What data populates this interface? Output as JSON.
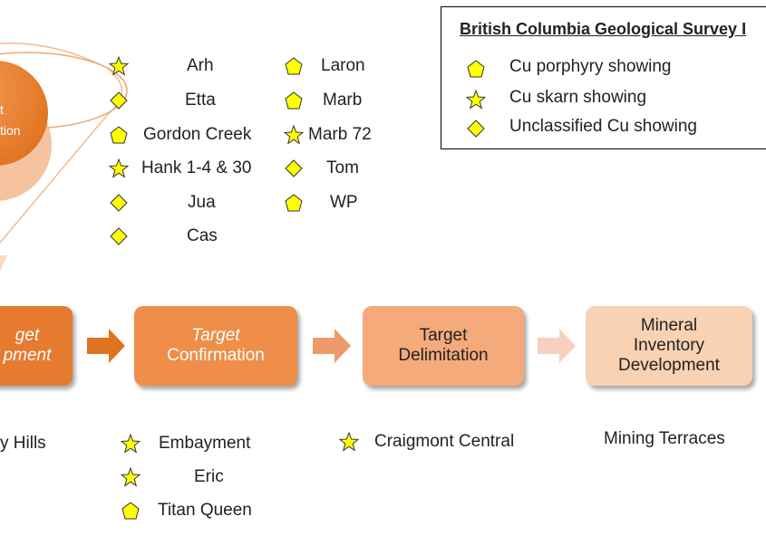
{
  "funnel": {
    "circle_line1": "t",
    "circle_line2": "tion"
  },
  "top_showings": {
    "left_column": [
      {
        "label": "Arh",
        "symbol": "star"
      },
      {
        "label": "Etta",
        "symbol": "diamond"
      },
      {
        "label": "Gordon Creek",
        "symbol": "pentagon"
      },
      {
        "label": "Hank 1-4 & 30",
        "symbol": "star"
      },
      {
        "label": "Jua",
        "symbol": "diamond"
      },
      {
        "label": "Cas",
        "symbol": "diamond"
      }
    ],
    "right_column": [
      {
        "label": "Laron",
        "symbol": "pentagon"
      },
      {
        "label": "Marb",
        "symbol": "pentagon"
      },
      {
        "label": "Marb 72",
        "symbol": "star"
      },
      {
        "label": "Tom",
        "symbol": "diamond"
      },
      {
        "label": "WP",
        "symbol": "pentagon"
      }
    ]
  },
  "legend": {
    "title": "British Columbia Geological Survey I",
    "items": [
      {
        "label": "Cu porphyry showing",
        "symbol": "pentagon"
      },
      {
        "label": "Cu skarn showing",
        "symbol": "star"
      },
      {
        "label": "Unclassified Cu showing",
        "symbol": "diamond"
      }
    ]
  },
  "stages": [
    {
      "line1": "get",
      "line2": "pment",
      "color": "#E67A2E"
    },
    {
      "line1": "Target",
      "line2": "Confirmation",
      "color": "#EE8E48"
    },
    {
      "line1": "Target",
      "line2": "Delimitation",
      "color": "#F4AA7A"
    },
    {
      "line1": "Mineral",
      "line2": "Inventory",
      "line3": "Development",
      "color": "#F9D2B4"
    }
  ],
  "bottom": {
    "stage1": [
      {
        "label": "y Hills"
      }
    ],
    "stage2": [
      {
        "label": "Embayment",
        "symbol": "star"
      },
      {
        "label": "Eric",
        "symbol": "star"
      },
      {
        "label": "Titan Queen",
        "symbol": "pentagon"
      }
    ],
    "stage3": [
      {
        "label": "Craigmont Central",
        "symbol": "star"
      }
    ],
    "stage4": [
      {
        "label": "Mining Terraces"
      }
    ]
  },
  "colors": {
    "symbol_fill": "#FFFF00",
    "symbol_stroke": "#333333"
  }
}
